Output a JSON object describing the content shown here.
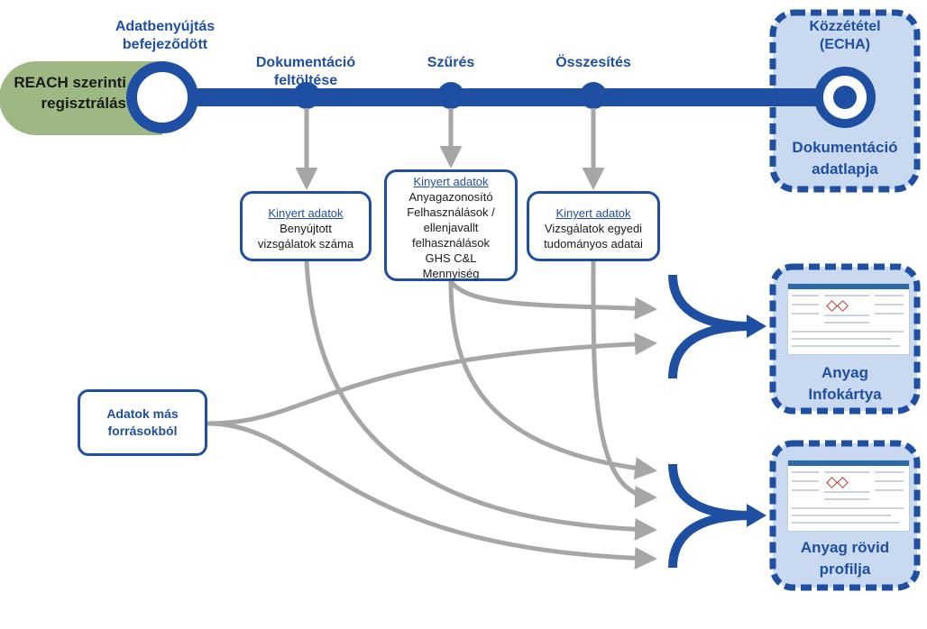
{
  "timeline": {
    "start_label": "REACH szerinti regisztrálás",
    "milestone_submission": "Adatbenyújtás befejeződött",
    "milestone_dossier_upload": "Dokumentáció feltöltése",
    "milestone_filtering": "Szűrés",
    "milestone_aggregation": "Összesítés",
    "publication_label": "Közzététel (ECHA)",
    "publication_output": "Dokumentáció adatlapja"
  },
  "extracted_boxes": [
    {
      "header": "Kinyert adatok",
      "lines": [
        "Benyújtott",
        "vizsgálatok száma"
      ]
    },
    {
      "header": "Kinyert adatok",
      "lines": [
        "Anyagazonosító",
        "Felhasználások /",
        "ellenjavallt",
        "felhasználások",
        "GHS C&L",
        "Mennyiség"
      ]
    },
    {
      "header": "Kinyert adatok",
      "lines": [
        "Vizsgálatok egyedi",
        "tudományos adatai"
      ]
    }
  ],
  "other_sources": "Adatok más forrásokból",
  "outputs": [
    {
      "title": "Anyag Infokártya"
    },
    {
      "title": "Anyag rövid profilja"
    }
  ],
  "colors": {
    "primary_blue": "#1f4fa3",
    "green": "#9db883",
    "light_blue_fill": "#c9d9ef",
    "arrow_gray": "#a6a6a6"
  }
}
